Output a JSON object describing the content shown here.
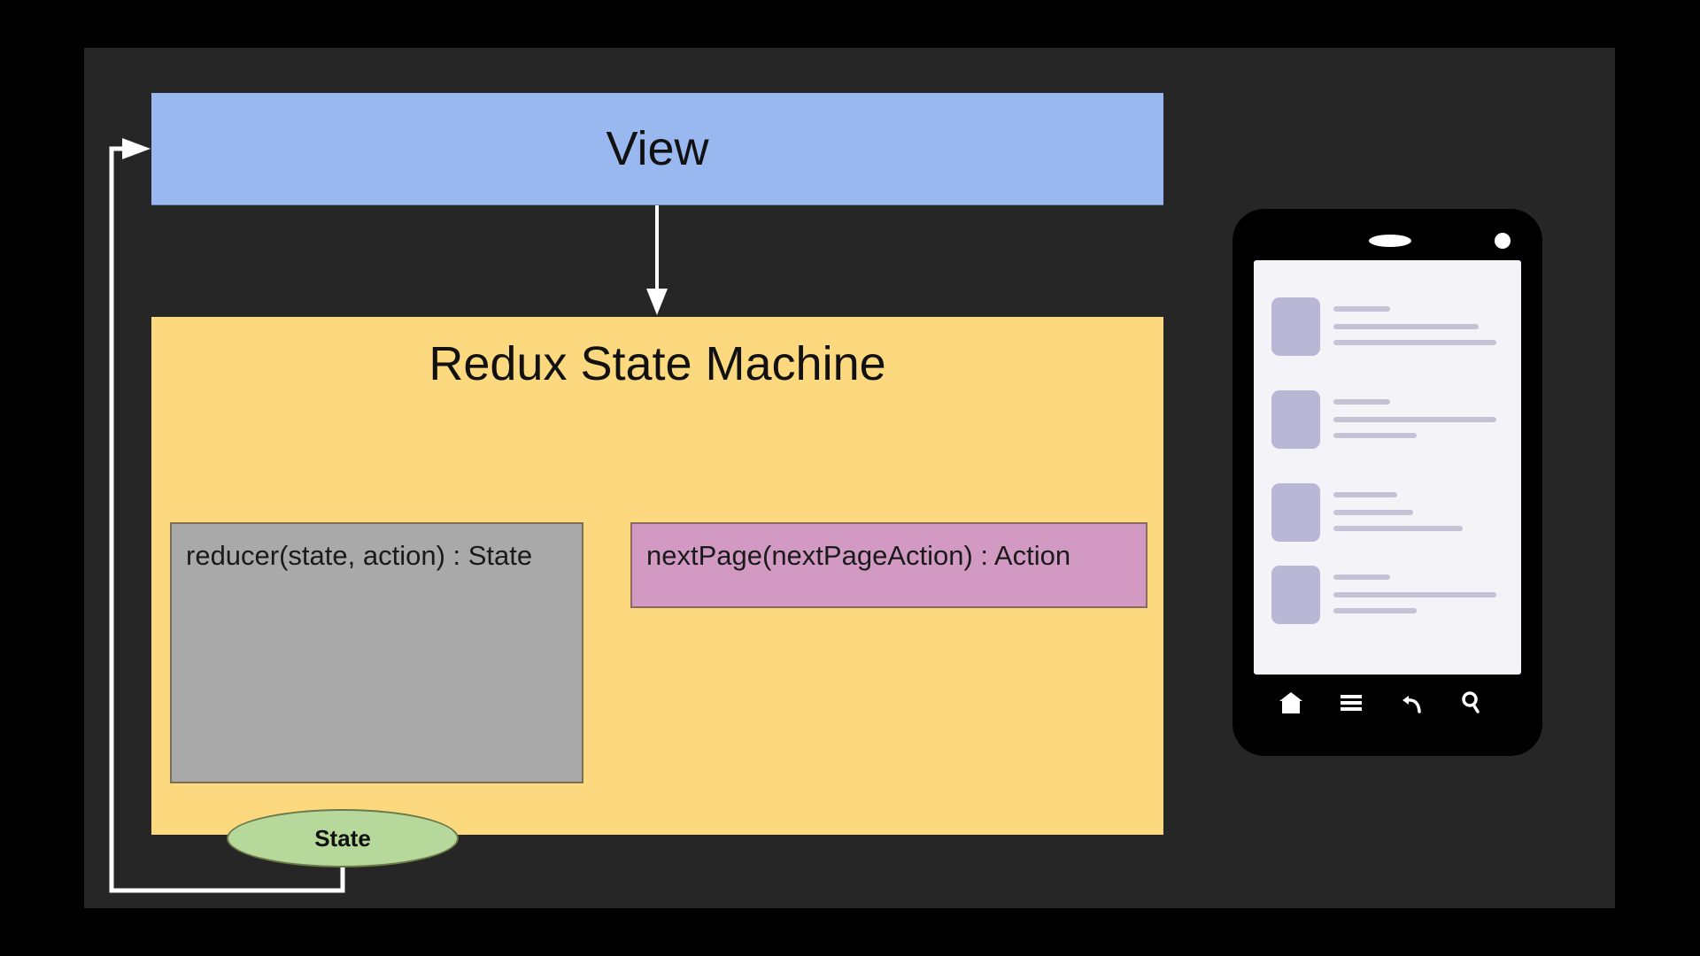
{
  "diagram": {
    "view": {
      "label": "View",
      "color": "#99b8f0"
    },
    "state_machine": {
      "title": "Redux State Machine",
      "color": "#fcd97f",
      "reducer": {
        "label": "reducer(state, action) : State",
        "color": "#a9a9a9"
      },
      "action": {
        "label": "nextPage(nextPageAction) : Action",
        "color": "#d29ac2"
      }
    },
    "state_node": {
      "label": "State",
      "color": "#b6d89a"
    },
    "edges": [
      {
        "from": "view",
        "to": "state_machine",
        "direction": "down"
      },
      {
        "from": "state_node",
        "to": "view",
        "direction": "loop-left-up"
      }
    ]
  },
  "phone": {
    "list_items": [
      {
        "lines": 3
      },
      {
        "lines": 3
      },
      {
        "lines": 3
      },
      {
        "lines": 3
      }
    ],
    "nav_icons": [
      "home-icon",
      "menu-icon",
      "back-icon",
      "search-icon"
    ]
  }
}
